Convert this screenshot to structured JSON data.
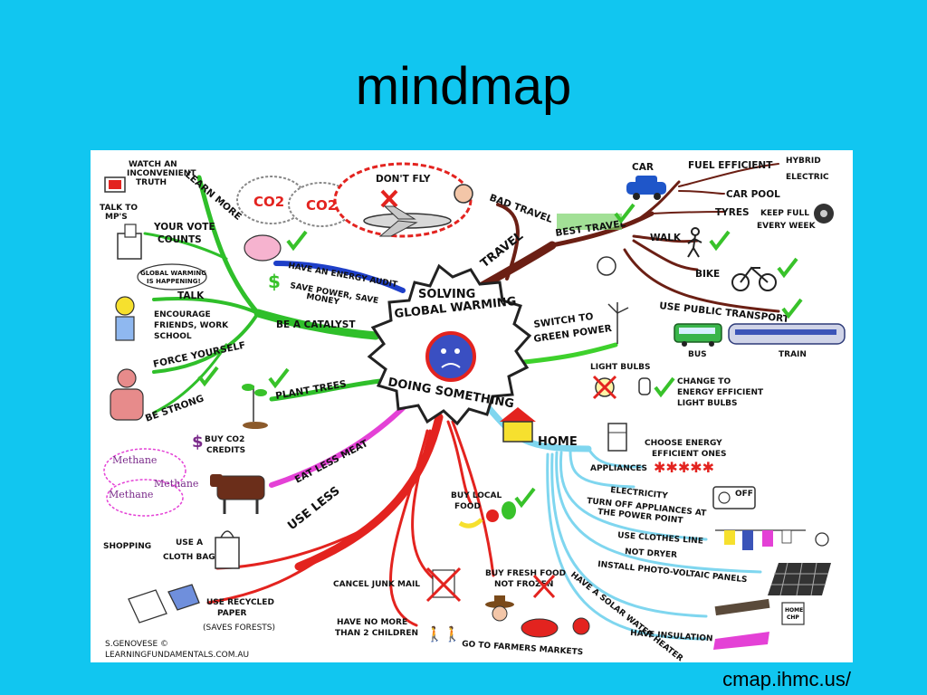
{
  "slide": {
    "title": "mindmap",
    "source": "cmap.ihmc.us/"
  },
  "colors": {
    "background": "#11c6f0",
    "travel": "#6b1f14",
    "catalyst": "#2fbf2a",
    "green_power": "#3ed12c",
    "home": "#7fd6ef",
    "use_less": "#e3231f",
    "meat": "#e441d6",
    "plant": "#2fbf2a",
    "audit": "#1e3fc8"
  },
  "center": {
    "line1": "SOLVING",
    "line2": "GLOBAL WARMING",
    "line3": "DOING SOMETHING"
  },
  "top": {
    "dont_fly": "DON'T FLY",
    "co2_a": "CO2",
    "co2_b": "CO2",
    "bad_travel": "BAD TRAVEL"
  },
  "travel": {
    "label": "TRAVEL",
    "best": "BEST TRAVEL",
    "car": "CAR",
    "fuel": "FUEL EFFICIENT",
    "hybrid": "HYBRID",
    "electric": "ELECTRIC",
    "carpool": "CAR POOL",
    "tyres": "TYRES",
    "keep1": "KEEP FULL",
    "keep2": "EVERY WEEK",
    "walk": "WALK",
    "bike": "BIKE",
    "public": "USE PUBLIC TRANSPORT",
    "bus": "BUS",
    "train": "TRAIN"
  },
  "green": {
    "line1": "SWITCH TO",
    "line2": "GREEN POWER"
  },
  "bulbs": {
    "light": "LIGHT BULBS",
    "c1": "CHANGE TO",
    "c2": "ENERGY EFFICIENT",
    "c3": "LIGHT BULBS"
  },
  "home": {
    "label": "HOME",
    "appliances": "APPLIANCES",
    "choose1": "CHOOSE ENERGY",
    "choose2": "EFFICIENT ONES",
    "electricity": "ELECTRICITY",
    "turnoff1": "TURN OFF APPLIANCES AT",
    "turnoff2": "THE POWER POINT",
    "off": "OFF",
    "clothes": "USE CLOTHES LINE",
    "dryer": "NOT DRYER",
    "pv": "INSTALL PHOTO-VOLTAIC PANELS",
    "solar": "HAVE A SOLAR WATER HEATER",
    "insulation": "HAVE INSULATION",
    "chp1": "HOME",
    "chp2": "CHP"
  },
  "left": {
    "watch1": "WATCH AN",
    "watch2": "INCONVENIENT",
    "watch3": "TRUTH",
    "learn": "LEARN MORE",
    "talkmp1": "TALK TO",
    "talkmp2": "MP'S",
    "vote1": "YOUR VOTE",
    "vote2": "COUNTS",
    "gw1": "GLOBAL WARMING",
    "gw2": "IS HAPPENING!",
    "talk": "TALK",
    "enc1": "ENCOURAGE",
    "enc2": "FRIENDS, WORK",
    "enc3": "SCHOOL",
    "force": "FORCE YOURSELF",
    "strong": "BE STRONG",
    "catalyst": "BE A CATALYST",
    "audit": "HAVE AN ENERGY AUDIT",
    "save1": "SAVE POWER, SAVE",
    "save2": "MONEY",
    "plant": "PLANT TREES",
    "credits1": "BUY CO2",
    "credits2": "CREDITS",
    "meat": "EAT LESS MEAT",
    "methane1": "Methane",
    "methane2": "Methane",
    "methane3": "Methane"
  },
  "bottom": {
    "use_less": "USE LESS",
    "shopping": "SHOPPING",
    "cloth1": "USE A",
    "cloth2": "CLOTH BAG",
    "paper1": "USE RECYCLED",
    "paper2": "PAPER",
    "paper3": "(SAVES FORESTS)",
    "junk": "CANCEL JUNK MAIL",
    "children1": "HAVE NO MORE",
    "children2": "THAN 2 CHILDREN",
    "local1": "BUY LOCAL",
    "local2": "FOOD",
    "fresh1": "BUY FRESH FOOD",
    "fresh2": "NOT FROZEN",
    "farmers": "GO TO FARMERS MARKETS"
  },
  "credit": {
    "author": "S.GENOVESE ©",
    "site": "LEARNINGFUNDAMENTALS.COM.AU"
  },
  "icons": [
    "tv-icon",
    "ballot-box-icon",
    "piggy-bank-icon",
    "airplane-icon",
    "car-icon",
    "tyre-icon",
    "walker-icon",
    "bicycle-icon",
    "bus-icon",
    "train-icon",
    "wind-turbine-icon",
    "light-bulb-icon",
    "house-icon",
    "fridge-icon",
    "power-socket-icon",
    "clothes-line-icon",
    "sun-icon",
    "solar-panel-icon",
    "cow-icon",
    "sapling-icon",
    "shopping-bag-icon",
    "paper-stack-icon",
    "fruit-icon",
    "tomatoes-icon",
    "check-icon",
    "earth-icon"
  ]
}
